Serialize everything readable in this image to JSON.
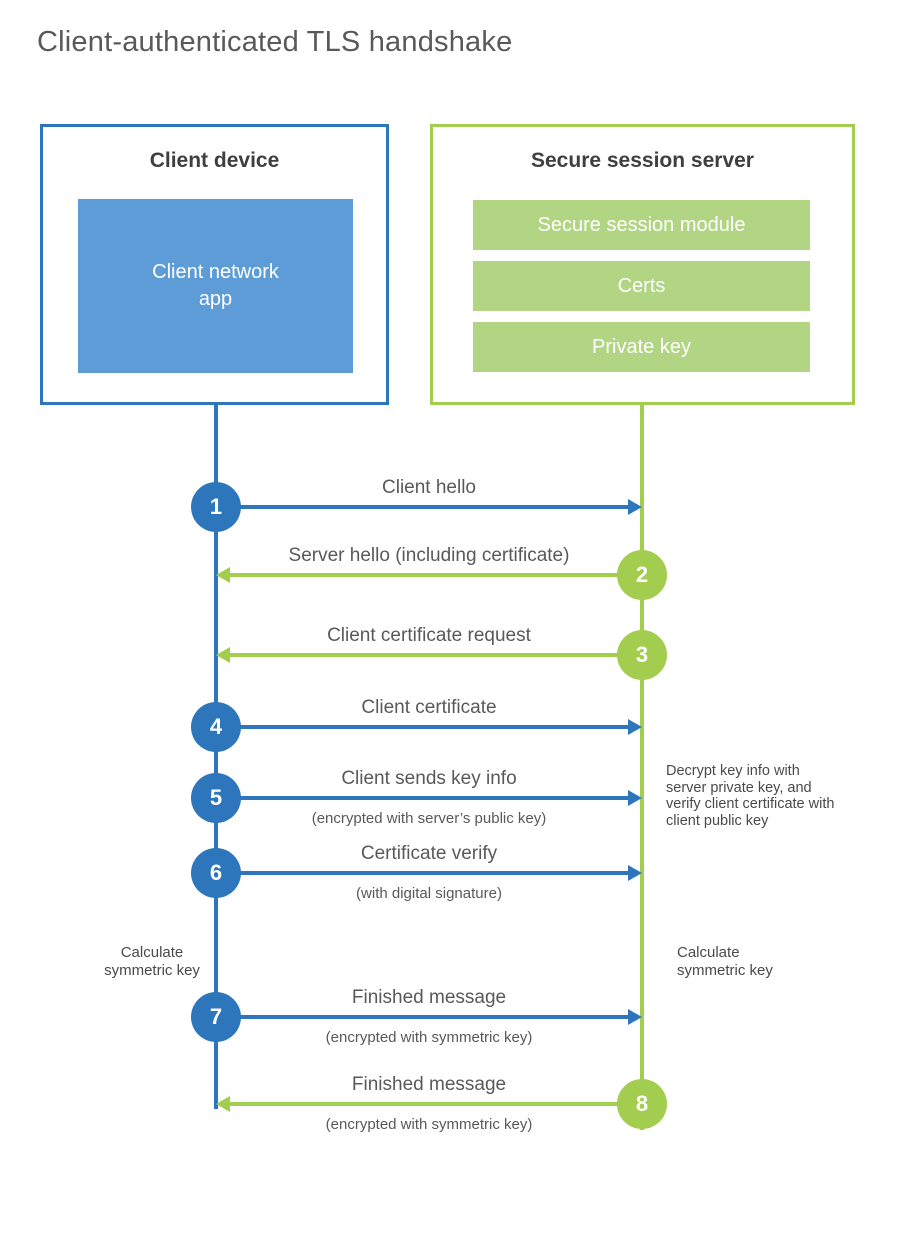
{
  "title": "Client-authenticated TLS handshake",
  "colors": {
    "blue_line": "#2D76BB",
    "blue_fill": "#5D9CD6",
    "green_line": "#A3CD4E",
    "green_fill": "#B1D583",
    "text_gray": "#595959",
    "heading_gray": "#3F3F3F"
  },
  "client": {
    "title": "Client device",
    "module": "Client network app"
  },
  "server": {
    "title": "Secure session server",
    "modules": [
      "Secure session module",
      "Certs",
      "Private key"
    ]
  },
  "messages": [
    {
      "num": "1",
      "from": "client",
      "label": "Client hello",
      "sublabel": ""
    },
    {
      "num": "2",
      "from": "server",
      "label": "Server hello (including certificate)",
      "sublabel": ""
    },
    {
      "num": "3",
      "from": "server",
      "label": "Client certificate request",
      "sublabel": ""
    },
    {
      "num": "4",
      "from": "client",
      "label": "Client certificate",
      "sublabel": ""
    },
    {
      "num": "5",
      "from": "client",
      "label": "Client sends key info",
      "sublabel": "(encrypted with server’s public key)"
    },
    {
      "num": "6",
      "from": "client",
      "label": "Certificate verify",
      "sublabel": "(with digital signature)"
    },
    {
      "num": "7",
      "from": "client",
      "label": "Finished message",
      "sublabel": "(encrypted with symmetric key)"
    },
    {
      "num": "8",
      "from": "server",
      "label": "Finished message",
      "sublabel": "(encrypted with symmetric key)"
    }
  ],
  "annotations": {
    "server_note": "Decrypt key info with server private key, and verify client certificate with client public key",
    "client_calc": "Calculate symmetric key",
    "server_calc": "Calculate symmetric key"
  }
}
